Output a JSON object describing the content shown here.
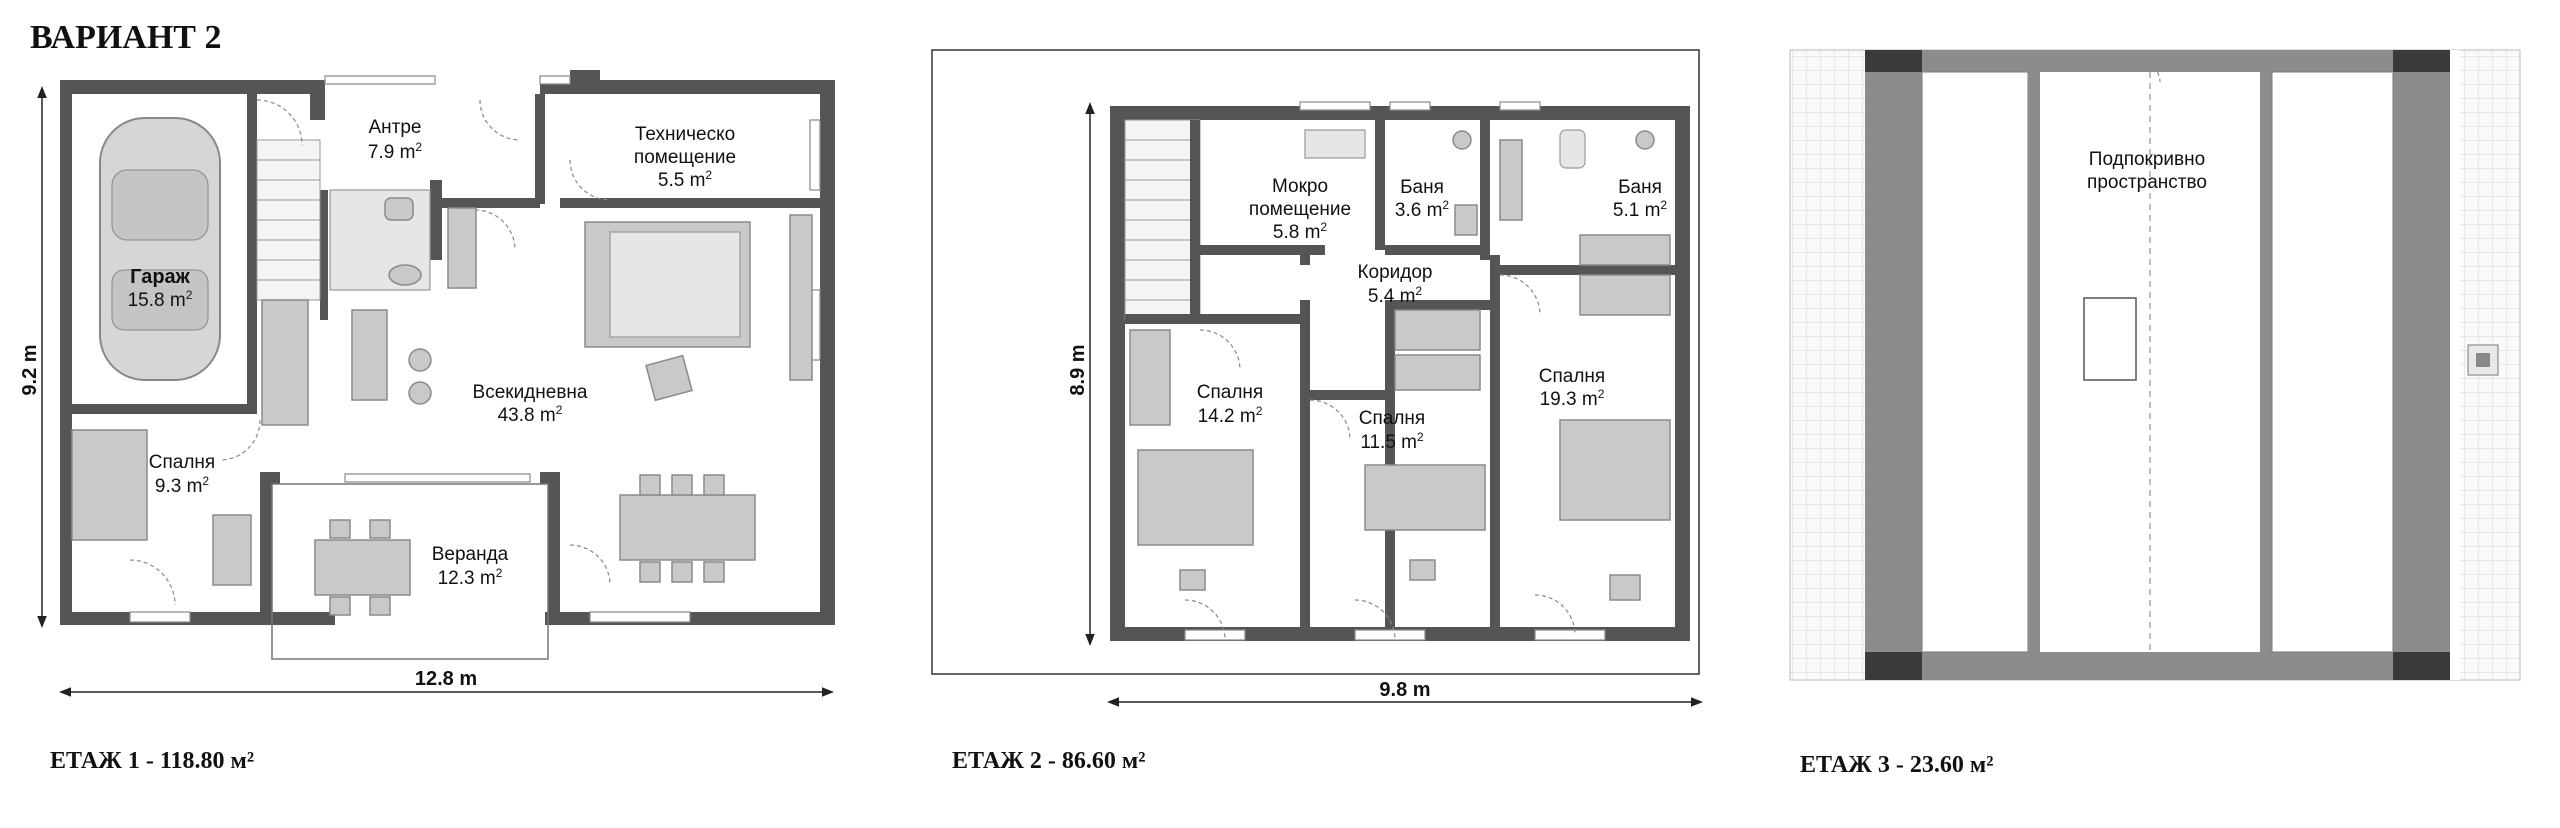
{
  "title": "ВАРИАНТ 2",
  "area_unit": "m",
  "floors": [
    {
      "caption": "ЕТАЖ 1 - 118.80 м²",
      "width_label": "12.8 m",
      "height_label": "9.2 m",
      "rooms": [
        {
          "name": "Гараж",
          "area": "15.8"
        },
        {
          "name": "Антре",
          "area": "7.9"
        },
        {
          "name": "Техническо помещение",
          "name_line1": "Техническо",
          "name_line2": "помещение",
          "area": "5.5"
        },
        {
          "name": "Всекидневна",
          "area": "43.8"
        },
        {
          "name": "Спалня",
          "area": "9.3"
        },
        {
          "name": "Веранда",
          "area": "12.3"
        }
      ]
    },
    {
      "caption": "ЕТАЖ 2 - 86.60 м²",
      "width_label": "9.8 m",
      "height_label": "8.9 m",
      "rooms": [
        {
          "name": "Мокро помещение",
          "name_line1": "Мокро",
          "name_line2": "помещение",
          "area": "5.8"
        },
        {
          "name": "Баня",
          "area": "3.6"
        },
        {
          "name": "Баня",
          "area": "5.1"
        },
        {
          "name": "Коридор",
          "area": "5.4"
        },
        {
          "name": "Спалня",
          "area": "14.2"
        },
        {
          "name": "Спалня",
          "area": "11.5"
        },
        {
          "name": "Спалня",
          "area": "19.3"
        }
      ]
    },
    {
      "caption": "ЕТАЖ 3 - 23.60 м²",
      "rooms": [
        {
          "name": "Подпокривно пространство",
          "name_line1": "Подпокривно",
          "name_line2": "пространство"
        }
      ]
    }
  ],
  "colors": {
    "wall": "#555555",
    "furniture": "#c9c9c9",
    "roof_wall": "#8c8c8c",
    "roof_dark": "#3a3a3a"
  }
}
